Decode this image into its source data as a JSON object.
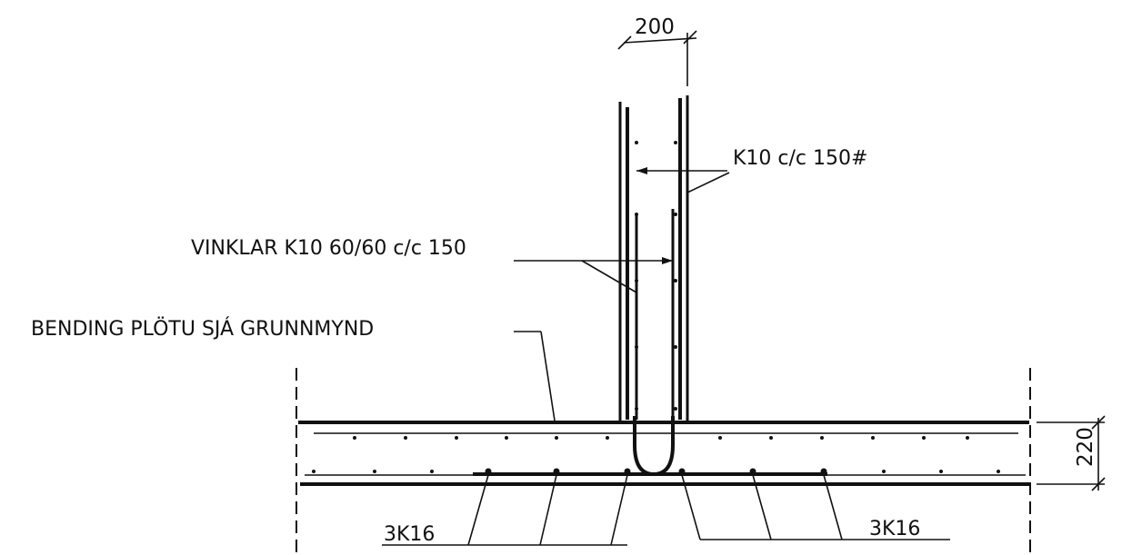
{
  "labels": {
    "top_dimension": "200",
    "right_dimension": "220",
    "stirrups": "K10 c/c 150#",
    "angles": "VINKLAR K10 60/60 c/c 150",
    "slab_bending": "BENDING PLÖTU SJÁ GRUNNMYND",
    "bars_left": "3K16",
    "bars_right": "3K16"
  },
  "colors": {
    "ink": "#111111",
    "paper": "#ffffff"
  }
}
